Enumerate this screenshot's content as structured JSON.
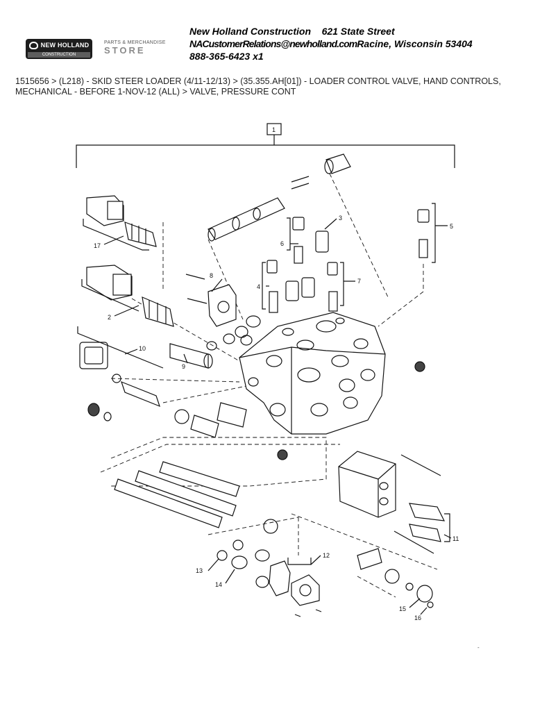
{
  "logo": {
    "brand": "NEW HOLLAND",
    "division": "CONSTRUCTION"
  },
  "store": {
    "tagline": "PARTS & MERCHANDISE",
    "name": "STORE"
  },
  "dealer": {
    "name": "New Holland Construction",
    "street": "621 State Street",
    "email": "NACustomerRelations@newholland.com",
    "city": "Racine, Wisconsin 53404",
    "phone": "888-365-6423 x1"
  },
  "breadcrumb": "1515656 > (L218) - SKID STEER LOADER (4/11-12/13) > (35.355.AH[01]) - LOADER CONTROL VALVE, HAND CONTROLS, MECHANICAL - BEFORE 1-NOV-12 (ALL) > VALVE, PRESSURE CONT",
  "diagram": {
    "callouts": [
      "1",
      "2",
      "3",
      "4",
      "5",
      "6",
      "7",
      "8",
      "9",
      "10",
      "11",
      "12",
      "13",
      "14",
      "15",
      "16",
      "17"
    ]
  },
  "footer_mark": "-"
}
